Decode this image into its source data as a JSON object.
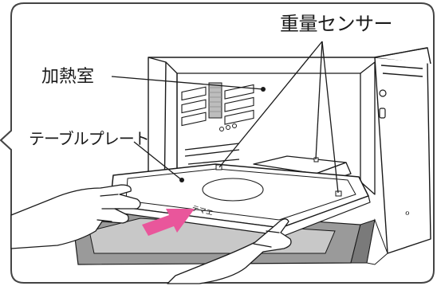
{
  "labels": {
    "weight_sensor": "重量センサー",
    "heating_chamber": "加熱室",
    "table_plate": "テーブルプレート"
  },
  "plate_marking": "テマエ",
  "colors": {
    "arrow": "#e9569b",
    "frame": "#444444",
    "line": "#1a1a1a",
    "tray_gray": "#9a9a9a"
  },
  "icons": [
    "weight-sensor-point-icon",
    "insert-direction-arrow-icon",
    "door-knob-icon"
  ]
}
